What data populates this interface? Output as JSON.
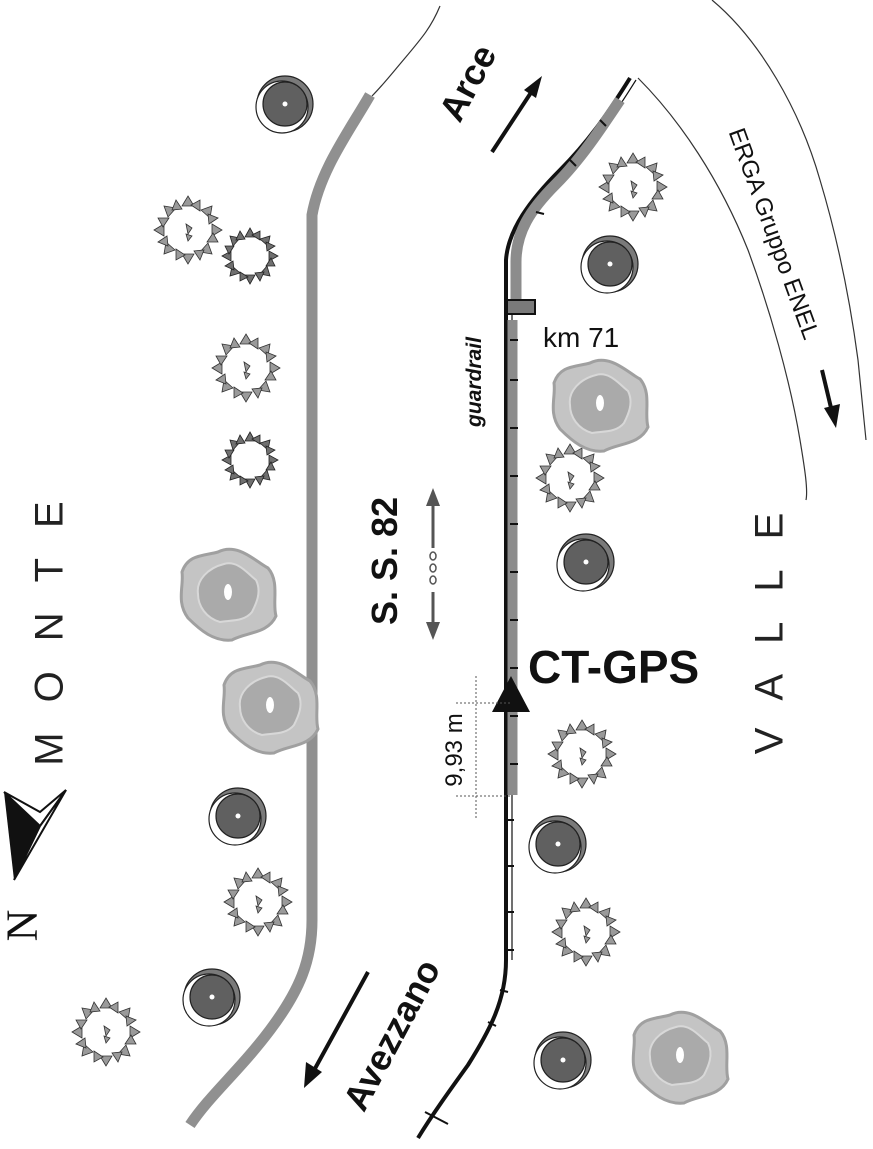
{
  "labels": {
    "monte": "MONTE",
    "valle": "VALLE",
    "road": "S. S. 82",
    "arce": "Arce",
    "avezzano": "Avezzano",
    "erga": "ERGA Gruppo ENEL",
    "guardrail": "guardrail",
    "km": "km 71",
    "station": "CT-GPS",
    "distance": "9,93 m",
    "north": "N"
  },
  "colors": {
    "road_gray": "#909090",
    "tree_dark": "#555555",
    "tree_light": "#b4b4b4",
    "ink": "#111111"
  },
  "icons": {
    "north_arrow": "north-arrow-icon",
    "station_marker": "triangle-marker-icon"
  }
}
